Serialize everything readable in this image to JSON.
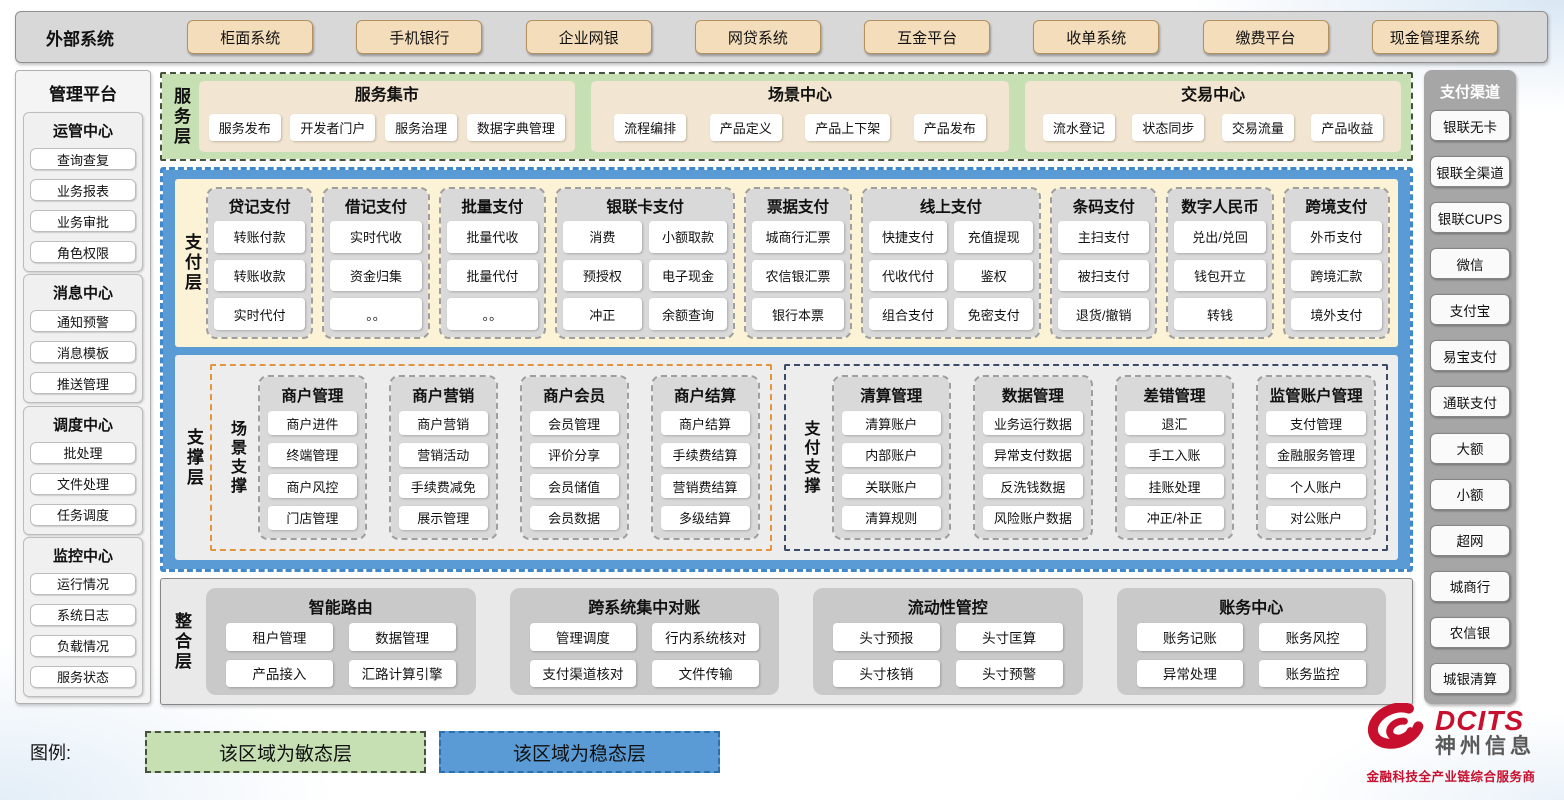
{
  "colors": {
    "agile_green": "#C6E0B4",
    "stable_blue": "#5B9BD5",
    "payment_cream": "#FCF2D5",
    "system_tan": "#F3DDBB",
    "scene_support_orange": "#E2953F",
    "payment_support_navy": "#3C4C68",
    "brand_red": "#C8102E"
  },
  "external_systems": {
    "label": "外部系统",
    "systems": [
      "柜面系统",
      "手机银行",
      "企业网银",
      "网贷系统",
      "互金平台",
      "收单系统",
      "缴费平台",
      "现金管理系统"
    ]
  },
  "management_platform": {
    "title": "管理平台",
    "groups": [
      {
        "title": "运管中心",
        "items": [
          "查询查复",
          "业务报表",
          "业务审批",
          "角色权限"
        ]
      },
      {
        "title": "消息中心",
        "items": [
          "通知预警",
          "消息模板",
          "推送管理"
        ]
      },
      {
        "title": "调度中心",
        "items": [
          "批处理",
          "文件处理",
          "任务调度"
        ]
      },
      {
        "title": "监控中心",
        "items": [
          "运行情况",
          "系统日志",
          "负载情况",
          "服务状态"
        ]
      }
    ]
  },
  "service_layer": {
    "label": "服务层",
    "centers": [
      {
        "title": "服务集市",
        "items": [
          "服务发布",
          "开发者门户",
          "服务治理",
          "数据字典管理"
        ]
      },
      {
        "title": "场景中心",
        "items": [
          "流程编排",
          "产品定义",
          "产品上下架",
          "产品发布"
        ]
      },
      {
        "title": "交易中心",
        "items": [
          "流水登记",
          "状态同步",
          "交易流量",
          "产品收益"
        ]
      }
    ]
  },
  "payment_layer": {
    "label": "支付层",
    "columns": [
      {
        "title": "贷记支付",
        "cols": 1,
        "items": [
          "转账付款",
          "转账收款",
          "实时代付"
        ]
      },
      {
        "title": "借记支付",
        "cols": 1,
        "items": [
          "实时代收",
          "资金归集",
          "。。"
        ]
      },
      {
        "title": "批量支付",
        "cols": 1,
        "items": [
          "批量代收",
          "批量代付",
          "。。"
        ]
      },
      {
        "title": "银联卡支付",
        "cols": 2,
        "items": [
          "消费",
          "小额取款",
          "预授权",
          "电子现金",
          "冲正",
          "余额查询"
        ]
      },
      {
        "title": "票据支付",
        "cols": 1,
        "items": [
          "城商行汇票",
          "农信银汇票",
          "银行本票"
        ]
      },
      {
        "title": "线上支付",
        "cols": 2,
        "items": [
          "快捷支付",
          "充值提现",
          "代收代付",
          "鉴权",
          "组合支付",
          "免密支付"
        ]
      },
      {
        "title": "条码支付",
        "cols": 1,
        "items": [
          "主扫支付",
          "被扫支付",
          "退货/撤销"
        ]
      },
      {
        "title": "数字人民币",
        "cols": 1,
        "items": [
          "兑出/兑回",
          "钱包开立",
          "转钱"
        ]
      },
      {
        "title": "跨境支付",
        "cols": 1,
        "items": [
          "外币支付",
          "跨境汇款",
          "境外支付"
        ]
      }
    ]
  },
  "support_layer": {
    "label": "支撑层",
    "groups": [
      {
        "label": "场景支撑",
        "theme": "orange",
        "columns": [
          {
            "title": "商户管理",
            "items": [
              "商户进件",
              "终端管理",
              "商户风控",
              "门店管理"
            ]
          },
          {
            "title": "商户营销",
            "items": [
              "商户营销",
              "营销活动",
              "手续费减免",
              "展示管理"
            ]
          },
          {
            "title": "商户会员",
            "items": [
              "会员管理",
              "评价分享",
              "会员储值",
              "会员数据"
            ]
          },
          {
            "title": "商户结算",
            "items": [
              "商户结算",
              "手续费结算",
              "营销费结算",
              "多级结算"
            ]
          }
        ]
      },
      {
        "label": "支付支撑",
        "theme": "navy",
        "columns": [
          {
            "title": "清算管理",
            "items": [
              "清算账户",
              "内部账户",
              "关联账户",
              "清算规则"
            ]
          },
          {
            "title": "数据管理",
            "items": [
              "业务运行数据",
              "异常支付数据",
              "反洗钱数据",
              "风险账户数据"
            ]
          },
          {
            "title": "差错管理",
            "items": [
              "退汇",
              "手工入账",
              "挂账处理",
              "冲正/补正"
            ]
          },
          {
            "title": "监管账户管理",
            "items": [
              "支付管理",
              "金融服务管理",
              "个人账户",
              "对公账户"
            ]
          }
        ]
      }
    ]
  },
  "integration_layer": {
    "label": "整合层",
    "modules": [
      {
        "title": "智能路由",
        "items": [
          "租户管理",
          "数据管理",
          "产品接入",
          "汇路计算引擎"
        ]
      },
      {
        "title": "跨系统集中对账",
        "items": [
          "管理调度",
          "行内系统核对",
          "支付渠道核对",
          "文件传输"
        ]
      },
      {
        "title": "流动性管控",
        "items": [
          "头寸预报",
          "头寸匡算",
          "头寸核销",
          "头寸预警"
        ]
      },
      {
        "title": "账务中心",
        "items": [
          "账务记账",
          "账务风控",
          "异常处理",
          "账务监控"
        ]
      }
    ]
  },
  "payment_channels": {
    "title": "支付渠道",
    "channels": [
      "银联无卡",
      "银联全渠道",
      "银联CUPS",
      "微信",
      "支付宝",
      "易宝支付",
      "通联支付",
      "大额",
      "小额",
      "超网",
      "城商行",
      "农信银",
      "城银清算"
    ]
  },
  "legend": {
    "label": "图例:",
    "agile_label": "该区域为敏态层",
    "stable_label": "该区域为稳态层"
  },
  "logo": {
    "brand": "DCITS",
    "company": "神州信息",
    "tagline": "金融科技全产业链综合服务商"
  }
}
